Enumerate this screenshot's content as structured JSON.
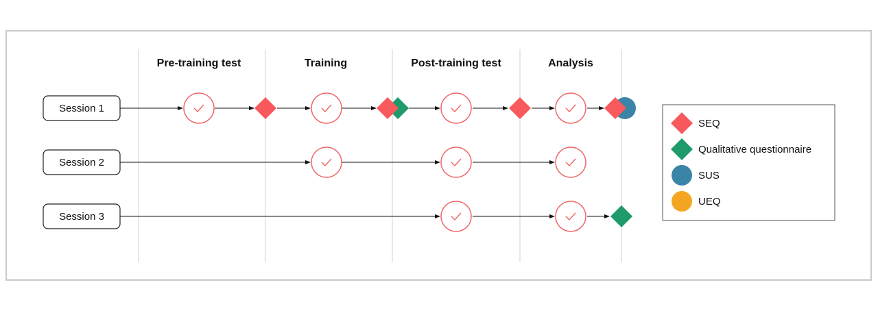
{
  "phases": [
    "Pre-training test",
    "Training",
    "Post-training test",
    "Analysis"
  ],
  "sessions": [
    {
      "label": "Session 1"
    },
    {
      "label": "Session 2"
    },
    {
      "label": "Session 3"
    }
  ],
  "legend": [
    {
      "label": "SEQ",
      "shape": "diamond",
      "color": "#f7595c"
    },
    {
      "label": "Qualitative questionnaire",
      "shape": "diamond",
      "color": "#1f9a6b"
    },
    {
      "label": "SUS",
      "shape": "circle",
      "color": "#3a84a8"
    },
    {
      "label": "UEQ",
      "shape": "circle",
      "color": "#f4a623"
    }
  ],
  "colors": {
    "checkpoint": "#ef6b6b",
    "divider": "#d9d9d9",
    "arrow": "#111111"
  },
  "icons": {
    "checkpoint": "checkmark-icon"
  }
}
